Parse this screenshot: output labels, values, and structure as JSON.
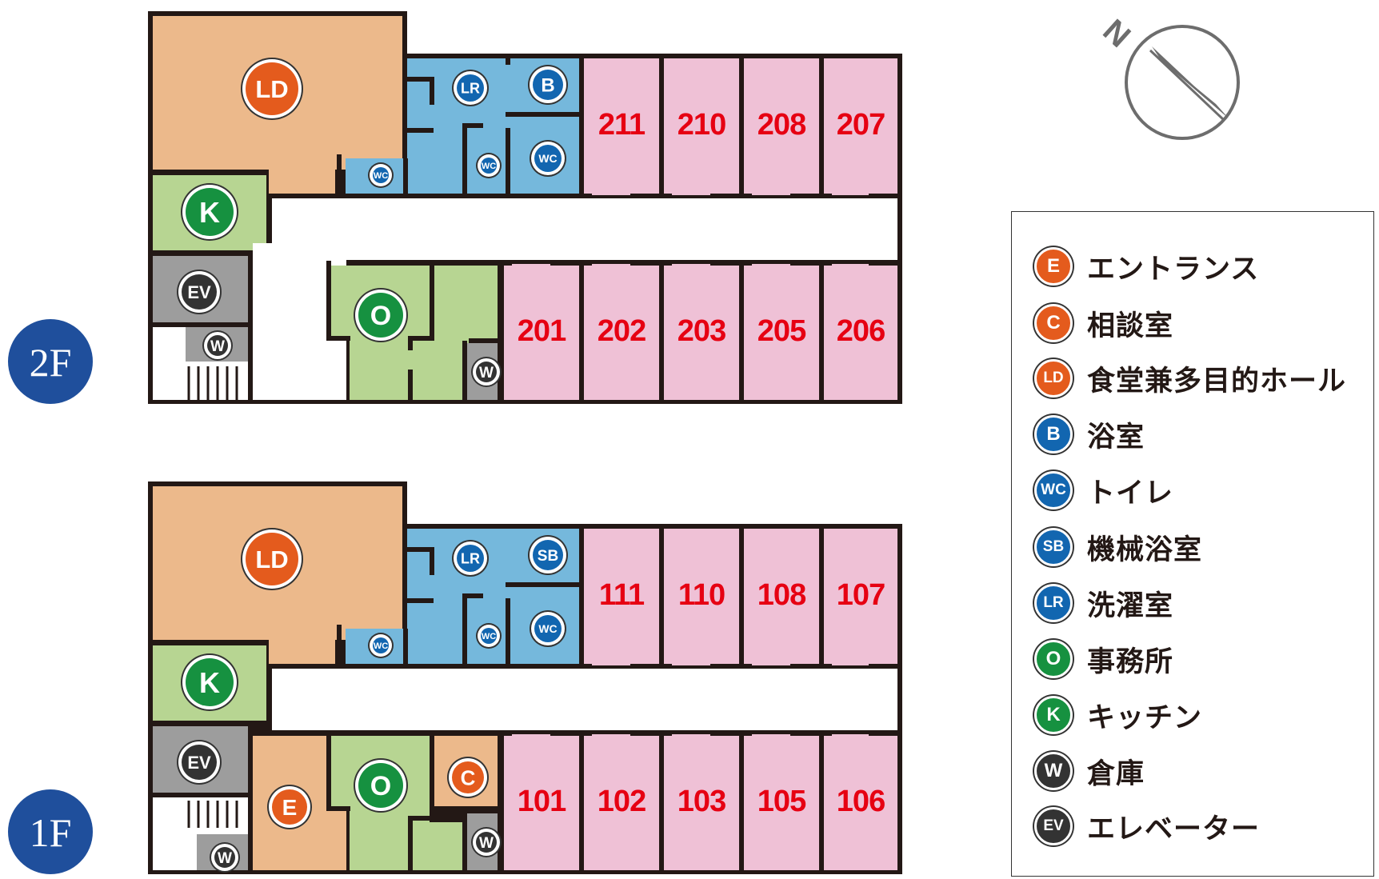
{
  "colors": {
    "orange": "#e45b1d",
    "blue": "#1266b0",
    "green": "#169140",
    "dark": "#333333",
    "room_number": "#e60012",
    "floor_badge": "#1f4f9c",
    "pink_room": "#efc1d6",
    "blue_area": "#75b8dc",
    "green_area": "#b7d592",
    "tan_area": "#ecb98b",
    "gray_area": "#9d9d9d"
  },
  "floors": {
    "upper": {
      "label": "2F",
      "north_rooms": [
        "211",
        "210",
        "208",
        "207"
      ],
      "south_rooms": [
        "201",
        "202",
        "203",
        "205",
        "206"
      ],
      "badges": {
        "ld": "LD",
        "k": "K",
        "ev": "EV",
        "w_stair": "W",
        "w_small": "W",
        "lr": "LR",
        "bath": "B",
        "wc_a": "WC",
        "wc_b": "WC",
        "wc_c": "WC",
        "office": "O"
      }
    },
    "lower": {
      "label": "1F",
      "north_rooms": [
        "111",
        "110",
        "108",
        "107"
      ],
      "south_rooms": [
        "101",
        "102",
        "103",
        "105",
        "106"
      ],
      "badges": {
        "ld": "LD",
        "k": "K",
        "ev": "EV",
        "w_stair": "W",
        "w_small": "W",
        "lr": "LR",
        "bath": "SB",
        "wc_a": "WC",
        "wc_b": "WC",
        "wc_c": "WC",
        "office": "O",
        "entrance": "E",
        "consult": "C"
      }
    }
  },
  "compass": {
    "label": "N",
    "icon": "compass-icon"
  },
  "legend": [
    {
      "code": "E",
      "label": "エントランス",
      "color": "orange"
    },
    {
      "code": "C",
      "label": "相談室",
      "color": "orange"
    },
    {
      "code": "LD",
      "label": "食堂兼多目的ホール",
      "color": "orange"
    },
    {
      "code": "B",
      "label": "浴室",
      "color": "blue"
    },
    {
      "code": "WC",
      "label": "トイレ",
      "color": "blue"
    },
    {
      "code": "SB",
      "label": "機械浴室",
      "color": "blue"
    },
    {
      "code": "LR",
      "label": "洗濯室",
      "color": "blue"
    },
    {
      "code": "O",
      "label": "事務所",
      "color": "green"
    },
    {
      "code": "K",
      "label": "キッチン",
      "color": "green"
    },
    {
      "code": "W",
      "label": "倉庫",
      "color": "dark"
    },
    {
      "code": "EV",
      "label": "エレベーター",
      "color": "dark"
    }
  ]
}
